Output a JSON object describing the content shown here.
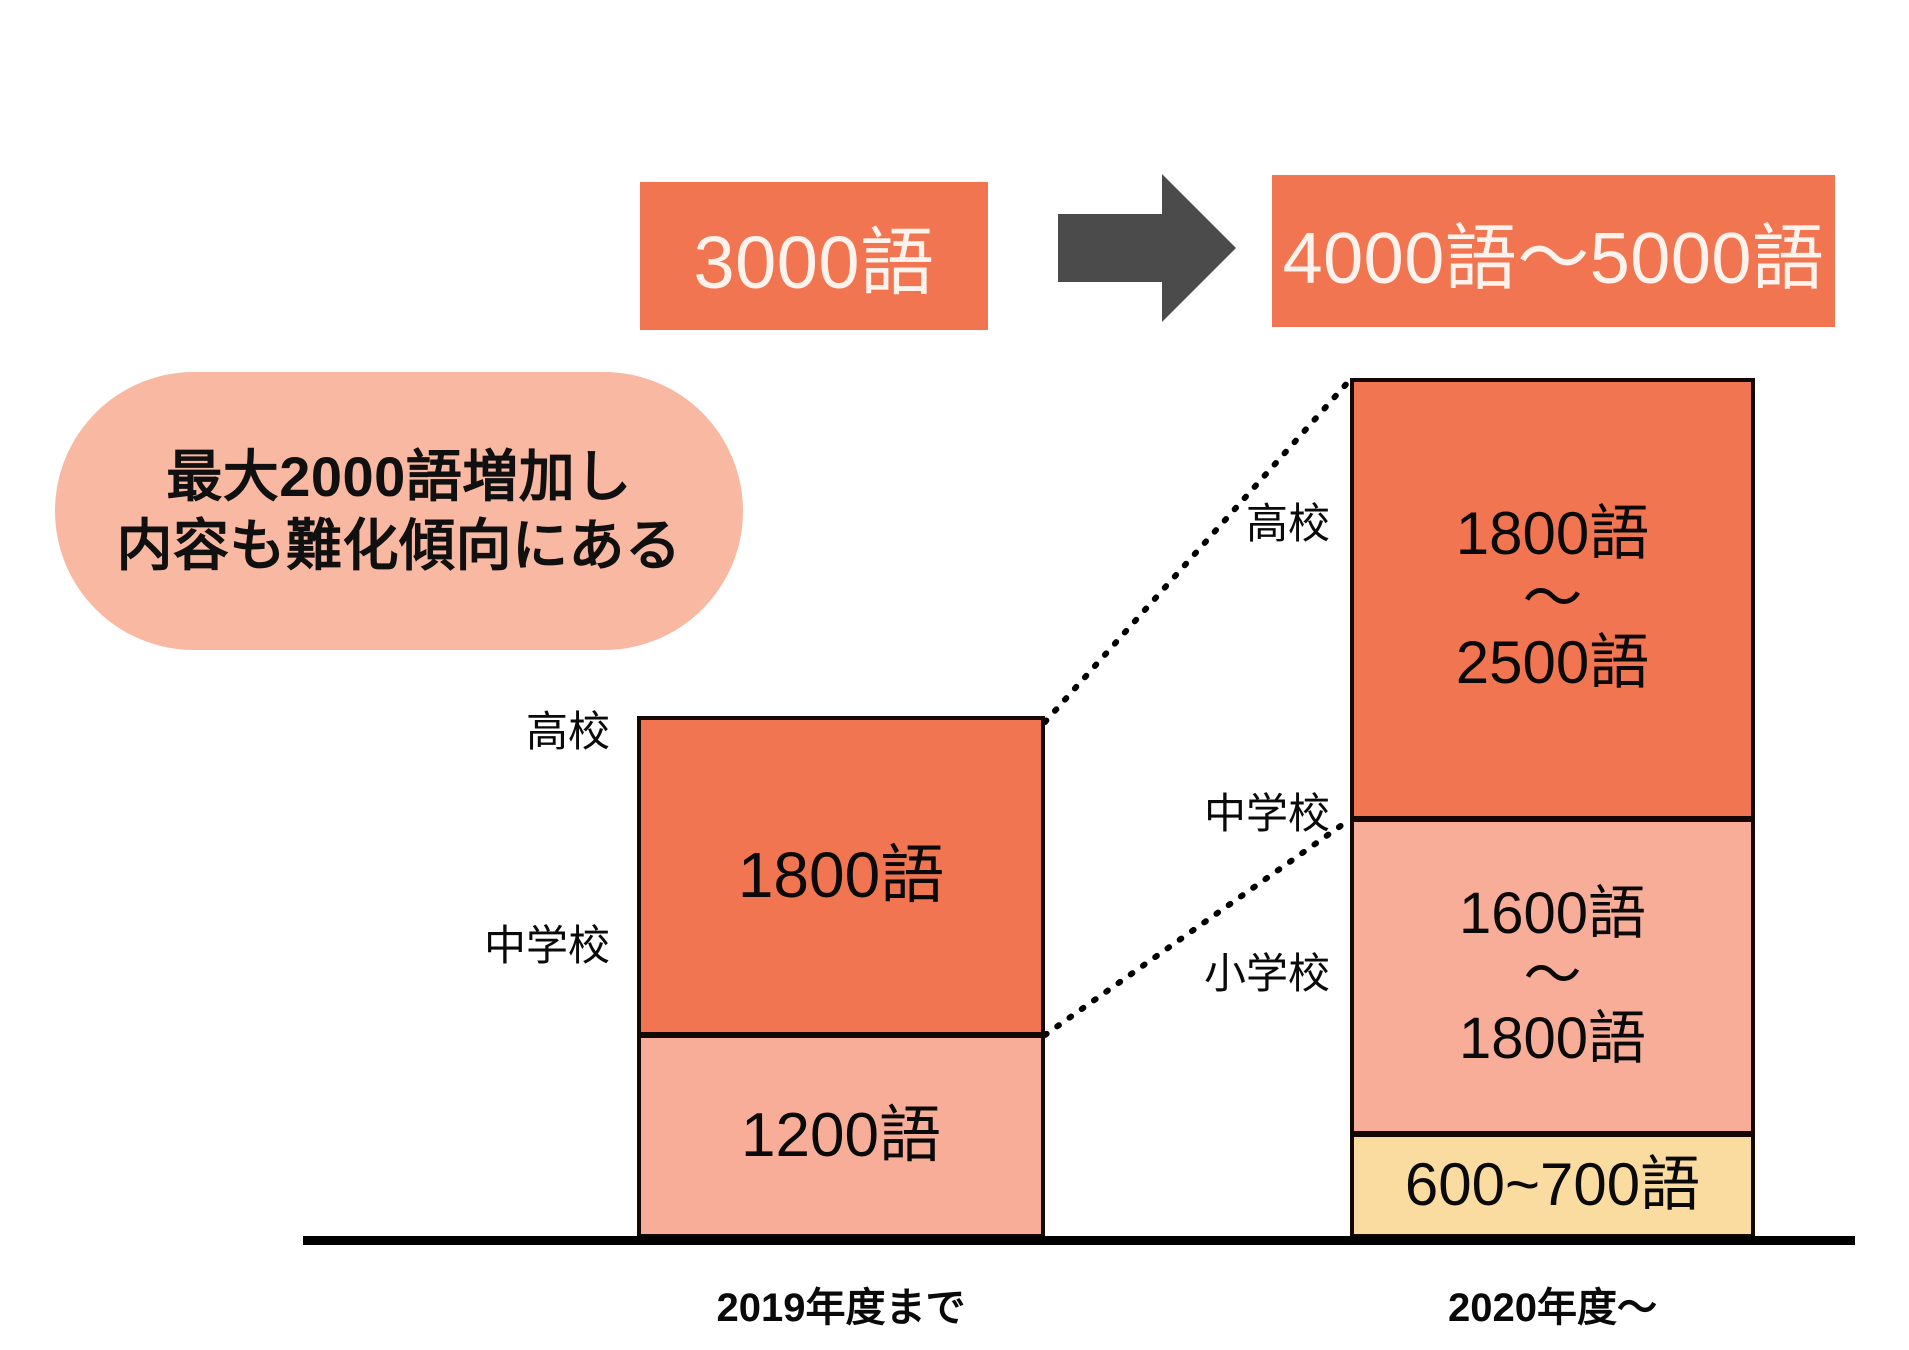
{
  "banners": {
    "before_label": "3000語",
    "arrow_icon": "right-arrow-icon",
    "after_label": "4000語〜5000語",
    "color": "#f07550",
    "arrow_color": "#4b4b4b"
  },
  "callout": {
    "line1": "最大2000語増加し",
    "line2": "内容も難化傾向にある",
    "color": "#f9b8a2"
  },
  "chart_data": {
    "type": "bar",
    "title": "",
    "subtype": "stacked",
    "categories": [
      "2019年度まで",
      "2020年度〜"
    ],
    "xlabel": "",
    "ylabel": "",
    "grid": false,
    "legend": "none",
    "series": [
      {
        "name": "高校",
        "color": "#f07550",
        "values": [
          1800,
          2150
        ],
        "value_labels": [
          "1800語",
          "1800語\n〜\n2500語"
        ],
        "range": [
          null,
          [
            1800,
            2500
          ]
        ]
      },
      {
        "name": "中学校",
        "color": "#f7ad98",
        "values": [
          1200,
          1700
        ],
        "value_labels": [
          "1200語",
          "1600語\n〜\n1800語"
        ],
        "range": [
          null,
          [
            1600,
            1800
          ]
        ]
      },
      {
        "name": "小学校",
        "color": "#fadca0",
        "values": [
          0,
          650
        ],
        "value_labels": [
          "",
          "600~700語"
        ],
        "range": [
          null,
          [
            600,
            700
          ]
        ]
      }
    ],
    "totals": [
      "3000語",
      "4000語〜5000語"
    ],
    "annotations": [
      "最大2000語増加し",
      "内容も難化傾向にある"
    ]
  },
  "left_bar": {
    "x_label": "2019年度まで",
    "segments": [
      {
        "category": "高校",
        "value_label": "1800語"
      },
      {
        "category": "中学校",
        "value_label": "1200語"
      }
    ]
  },
  "right_bar": {
    "x_label": "2020年度〜",
    "segments": [
      {
        "category": "高校",
        "v_top": "1800語",
        "v_tilde": "〜",
        "v_bottom": "2500語"
      },
      {
        "category": "中学校",
        "v_top": "1600語",
        "v_tilde": "〜",
        "v_bottom": "1800語"
      },
      {
        "category": "小学校",
        "v_single": "600~700語"
      }
    ]
  }
}
